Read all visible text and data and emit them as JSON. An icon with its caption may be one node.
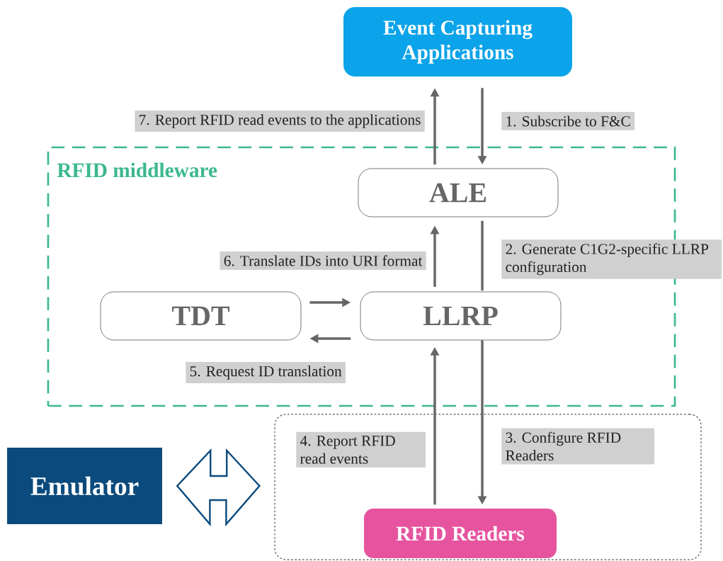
{
  "diagram": {
    "nodes": [
      {
        "text": [
          "Event Capturing Applications"
        ]
      },
      {
        "text": [
          "RFID middleware"
        ]
      },
      {
        "text": [
          "ALE"
        ],
        "in": 1
      },
      {
        "text": [
          "TDT"
        ],
        "in": 1
      },
      {
        "text": [
          "LLRP"
        ],
        "in": 1
      },
      {
        "text": [],
        "shape": "box"
      },
      {
        "text": [
          "RFID Readers"
        ],
        "in": 5
      },
      {
        "text": [
          "Emulator"
        ]
      }
    ],
    "edges": [
      {
        "from": 0,
        "to": 2,
        "arrow": "to",
        "label": "1. Subscribe to F&C"
      },
      {
        "from": 2,
        "to": 4,
        "arrow": "none",
        "label": "2. Generate C1G2-specific LLRP configuration"
      },
      {
        "from": 4,
        "to": 6,
        "arrow": "to",
        "label": "3. Configure RFID Readers"
      },
      {
        "from": 6,
        "to": 4,
        "arrow": "to",
        "label": "4. Report RFID read events"
      },
      {
        "from": 4,
        "to": 3,
        "arrow": "to",
        "label": "5. Request ID translation"
      },
      {
        "from": 4,
        "to": 2,
        "arrow": "to",
        "label": "6. Translate IDs into URI format"
      },
      {
        "from": 2,
        "to": 0,
        "arrow": "to",
        "label": "7. Report RFID read events to the applications"
      },
      {
        "from": 3,
        "to": 4,
        "arrow": "to"
      },
      {
        "from": 7,
        "to": 5,
        "arrow": "both",
        "style": "thick",
        "color": "#0b4a7c"
      }
    ]
  }
}
